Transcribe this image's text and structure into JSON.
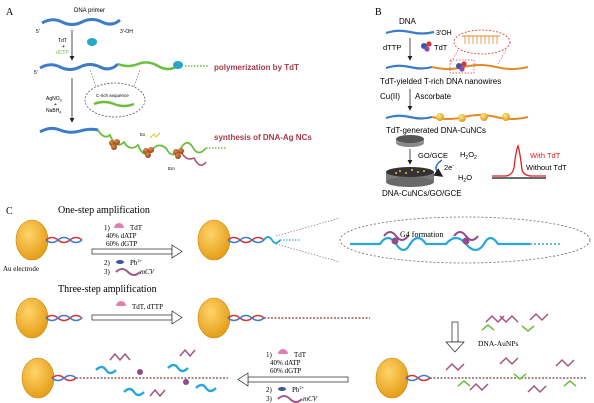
{
  "panels": {
    "A": {
      "label": "A",
      "dna_primer": "DNA primer",
      "five_prime_1": "5'",
      "three_prime_oh": "3'-OH",
      "tdt": "TdT",
      "plus": "+",
      "dctp": "dCTP",
      "five_prime_2": "5'",
      "polymerization": "polymerization by TdT",
      "agno3": "AgNO",
      "agno3_sub": "3",
      "plus2": "+",
      "nabh4": "NaBH",
      "nabh4_sub": "4",
      "c_rich": "C-rich sequence",
      "synthesis": "synthesis of DNA-Ag NCs",
      "ex": "Ex",
      "em": "Em"
    },
    "B": {
      "label": "B",
      "dna": "DNA",
      "three_oh": "3'OH",
      "dttp": "dTTP",
      "tdt": "TdT",
      "nanowires": "TdT-yielded T-rich DNA nanowires",
      "cu": "Cu(II)",
      "ascorbate": "Ascorbate",
      "cuncs": "TdT-generated DNA-CuNCs",
      "electrode": "GO/GCE",
      "h2o2_a": "H",
      "h2o2_b": "2",
      "h2o2_c": "O",
      "h2o2_d": "2",
      "e_a": "2e",
      "e_b": "-",
      "h2o_a": "H",
      "h2o_b": "2",
      "h2o_c": "O",
      "with_tdt": "With TdT",
      "without_tdt": "Without TdT",
      "product": "DNA-CuNCs/GO/GCE"
    },
    "C": {
      "label": "C",
      "one_step_title": "One-step amplification",
      "three_step_title": "Three-step amplification",
      "au_electrode": "Au electrode",
      "step1_num": "1)",
      "step1_tdt": "TdT",
      "datp": "40% dATP",
      "dgtp": "60% dGTP",
      "step2_num": "2)",
      "pb": "Pb",
      "pb_sup": "2+",
      "step3_num": "3)",
      "mcv": "mCV",
      "g4": "G4 formation",
      "tdt_dttp": "TdT, dTTP",
      "dna_aunps": "DNA-AuNPs",
      "b1_num": "1)",
      "b1_tdt": "TdT",
      "b_datp": "40% dATP",
      "b_dgtp": "60% dGTP",
      "b2_num": "2)",
      "b_pb": "Pb",
      "b_pb_sup": "2+",
      "b3_num": "3)",
      "b_mcv": "mCV"
    }
  },
  "colors": {
    "gold": "#f2a81d",
    "gold_edge": "#c8860a",
    "dna_blue": "#3d7cc9",
    "dna_red": "#d8323a",
    "dna_green": "#6cbf3c",
    "g4_cyan": "#28a8d8",
    "tdt_pink": "#e07fb2",
    "purple": "#8f4b8c",
    "maroon": "#a33a4a",
    "copper_orange": "#e48a2a",
    "nanocluster": "#b5651d",
    "with_tdt_red": "#e02020"
  }
}
